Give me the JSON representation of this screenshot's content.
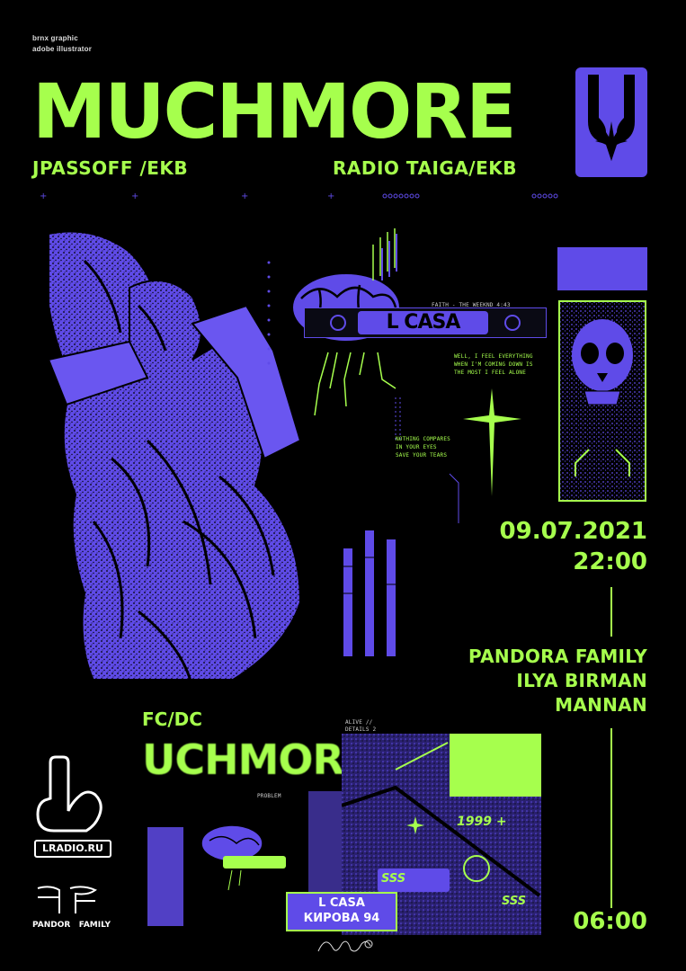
{
  "credits": {
    "line1": "brnx graphic",
    "line2": "adobe illustrator"
  },
  "headline": "MUCHMORE",
  "artists_top": {
    "left": "JPASSOFF /EKB",
    "right": "RADIO TAIGA/EKB"
  },
  "center_sign": "L CASA",
  "faith_line": "FAITH - THE WEEKND 4:43",
  "lyrics_right": [
    "WELL, I FEEL EVERYTHING",
    "WHEN I'M COMING DOWN IS",
    "THE MOST I FEEL ALONE"
  ],
  "lyrics_left": [
    "NOTHING COMPARES",
    "IN YOUR EYES",
    "SAVE YOUR TEARS"
  ],
  "event": {
    "date": "09.07.2021",
    "time_start": "22:00",
    "time_end": "06:00"
  },
  "lineup": [
    "PANDORA FAMILY",
    "ILYA BIRMAN",
    "MANNAN"
  ],
  "bottom_collage": {
    "tag": "FC/DC",
    "headline_fragment": "UCHMOR",
    "alive": "ALIVE //",
    "details": "DETAILS 2",
    "problem": "PROBLEM",
    "counter": "1999 +",
    "sss1": "SSS",
    "sss2": "SSS"
  },
  "venue": {
    "name": "L CASA",
    "address": "КИРОВА 94"
  },
  "logos": {
    "lradio": "LRADIO.RU",
    "pandora": "PANDOR   FAMILY"
  },
  "colors": {
    "green": "#a6ff4d",
    "purple": "#5f4be8",
    "background": "#000000"
  }
}
